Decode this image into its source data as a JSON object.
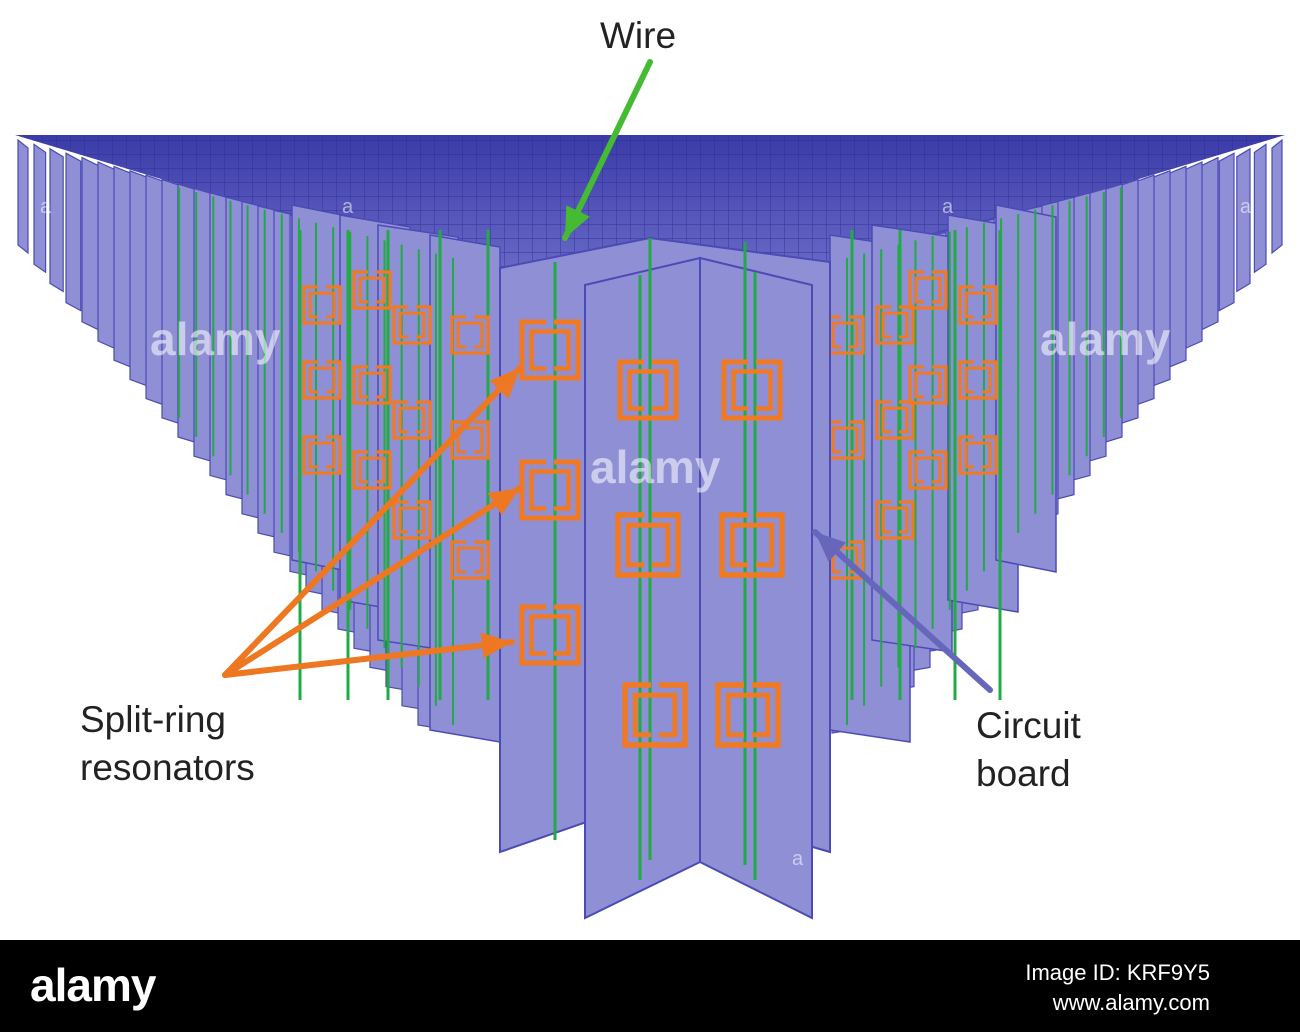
{
  "labels": {
    "wire": "Wire",
    "split_ring_line1": "Split-ring",
    "split_ring_line2": "resonators",
    "circuit_line1": "Circuit",
    "circuit_line2": "board"
  },
  "watermark": {
    "brand": "alamy",
    "mark": "a"
  },
  "footer": {
    "logo": "alamy",
    "image_id": "Image ID: KRF9Y5",
    "url": "www.alamy.com"
  },
  "colors": {
    "board_fill": "#8f8fd6",
    "board_edge": "#4b4bb5",
    "top_grid": "#3a3aa8",
    "wire": "#22aa44",
    "ring": "#f07a24",
    "wire_arrow": "#44bb33",
    "ring_arrow": "#ee7722",
    "board_arrow": "#6666bb",
    "footer_bg": "#000000"
  }
}
